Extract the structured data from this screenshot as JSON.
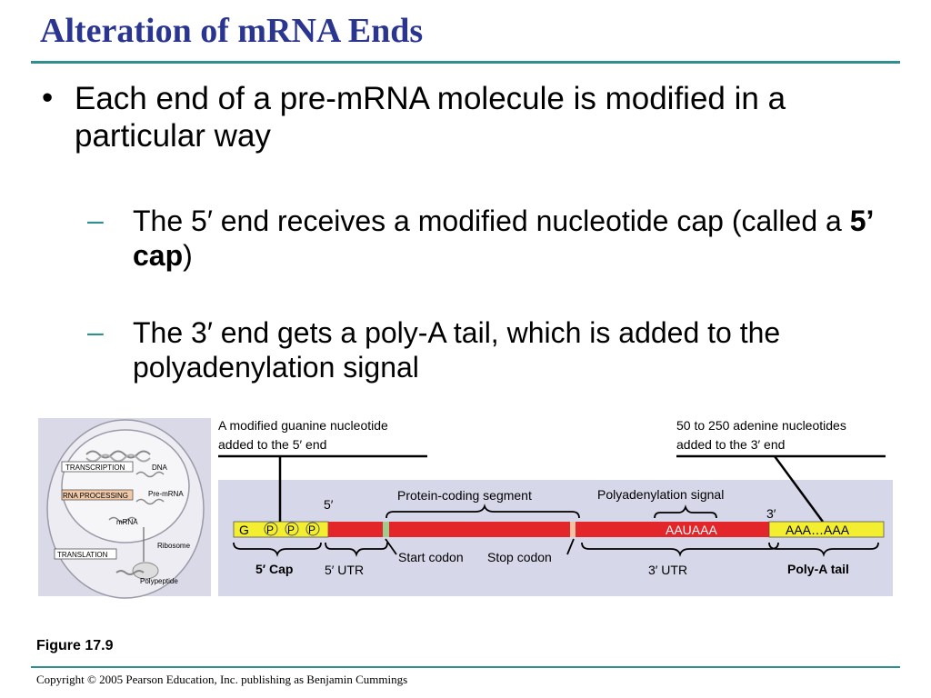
{
  "title": "Alteration of mRNA Ends",
  "bullet1": "Each end of a pre-mRNA molecule is modified in a particular way",
  "sub1": {
    "text": "The 5′ end receives a modified nucleotide cap (called a ",
    "bold": "5’ cap",
    "tail": ")"
  },
  "sub2": "The 3′ end gets a poly-A tail, which is added to the polyadenylation signal",
  "figure": {
    "overview": {
      "transcription": "TRANSCRIPTION",
      "dna": "DNA",
      "rna_processing": "RNA PROCESSING",
      "pre_mrna": "Pre-mRNA",
      "mrna": "mRNA",
      "translation": "TRANSLATION",
      "ribosome": "Ribosome",
      "polypeptide": "Polypeptide"
    },
    "cap_note_1": "A modified guanine nucleotide",
    "cap_note_2": "added to the 5′ end",
    "tail_note_1": "50 to 250 adenine nucleotides",
    "tail_note_2": "added to the 3′ end",
    "protein_coding": "Protein-coding segment",
    "polyA_signal": "Polyadenylation signal",
    "five_prime": "5′",
    "three_prime": "3′",
    "cap_g": "G",
    "cap_p": "P",
    "aauaaa": "AAUAAA",
    "aaa": "AAA…AAA",
    "start_codon": "Start codon",
    "stop_codon": "Stop codon",
    "cap_label": "5′ Cap",
    "utr5": "5′ UTR",
    "utr3": "3′ UTR",
    "polyA_tail": "Poly-A tail"
  },
  "figure_number": "Figure 17.9",
  "copyright": "Copyright © 2005 Pearson Education, Inc. publishing as Benjamin Cummings"
}
